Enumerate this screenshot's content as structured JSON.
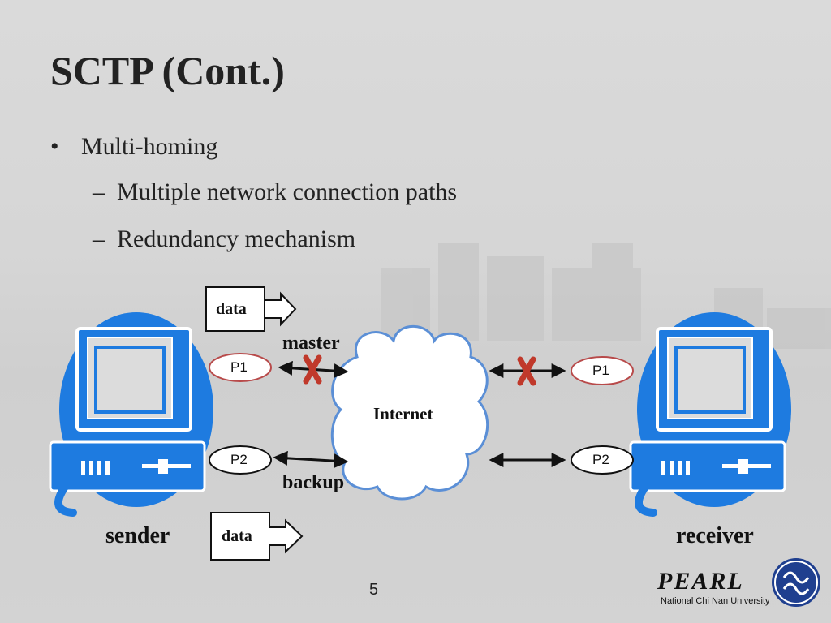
{
  "slide": {
    "title": "SCTP (Cont.)",
    "bullets": [
      {
        "marker": "•",
        "text": "Multi-homing"
      },
      {
        "marker": "–",
        "text": "Multiple network connection paths"
      },
      {
        "marker": "–",
        "text": "Redundancy mechanism"
      }
    ],
    "page_number": "5"
  },
  "diagram": {
    "data_box_top": "data",
    "data_box_bottom": "data",
    "master_label": "master",
    "backup_label": "backup",
    "cloud_label": "Internet",
    "sender_p1": "P1",
    "sender_p2": "P2",
    "receiver_p1": "P1",
    "receiver_p2": "P2",
    "sender_label": "sender",
    "receiver_label": "receiver"
  },
  "logo": {
    "name": "PEARL",
    "university": "National Chi Nan University"
  },
  "colors": {
    "computer_blue": "#1e7be0",
    "failure_red": "#c0392b",
    "port1_border": "#b84a4a",
    "cloud_border": "#5b8fd6"
  },
  "icons": [
    "computer-icon",
    "cloud-icon",
    "arrow-icon",
    "x-mark-icon",
    "logo-emblem-icon"
  ]
}
